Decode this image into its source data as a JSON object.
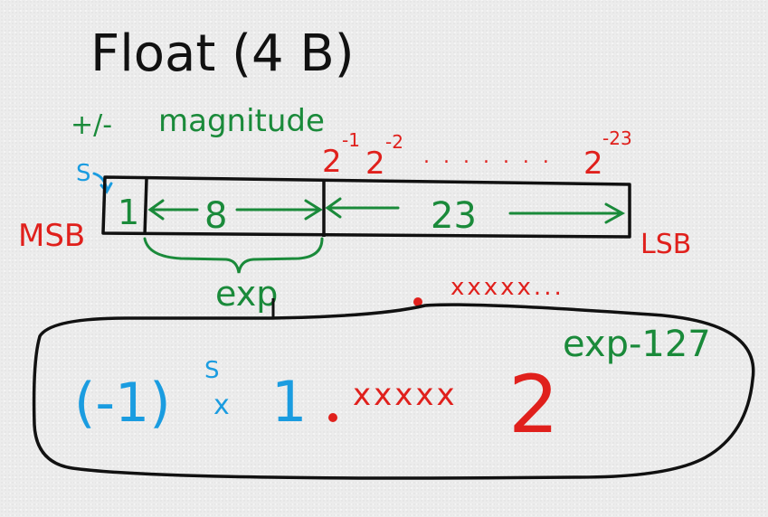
{
  "title": "Float (4 B)",
  "labels": {
    "sign_range": "+/-",
    "magnitude": "magnitude",
    "sign_short": "S",
    "msb": "MSB",
    "lsb": "LSB",
    "exp": "exp"
  },
  "fields": [
    {
      "label": "1"
    },
    {
      "label": "8"
    },
    {
      "label": "23"
    }
  ],
  "powers": {
    "first": "2",
    "first_exp": "-1",
    "second": "2",
    "second_exp": "-2",
    "dots": ". . . . . . .",
    "last": "2",
    "last_exp": "-23"
  },
  "mantissa_bits": "xxxxx...",
  "formula": {
    "sign_base": "(-1)",
    "sign_exp": "S",
    "times": "x",
    "one": "1",
    "bits": "xxxxx",
    "base": "2",
    "exponent": "exp-127"
  },
  "colors": {
    "black": "#111111",
    "green": "#1a8a3a",
    "red": "#e0201c",
    "blue": "#1a9ce0"
  }
}
